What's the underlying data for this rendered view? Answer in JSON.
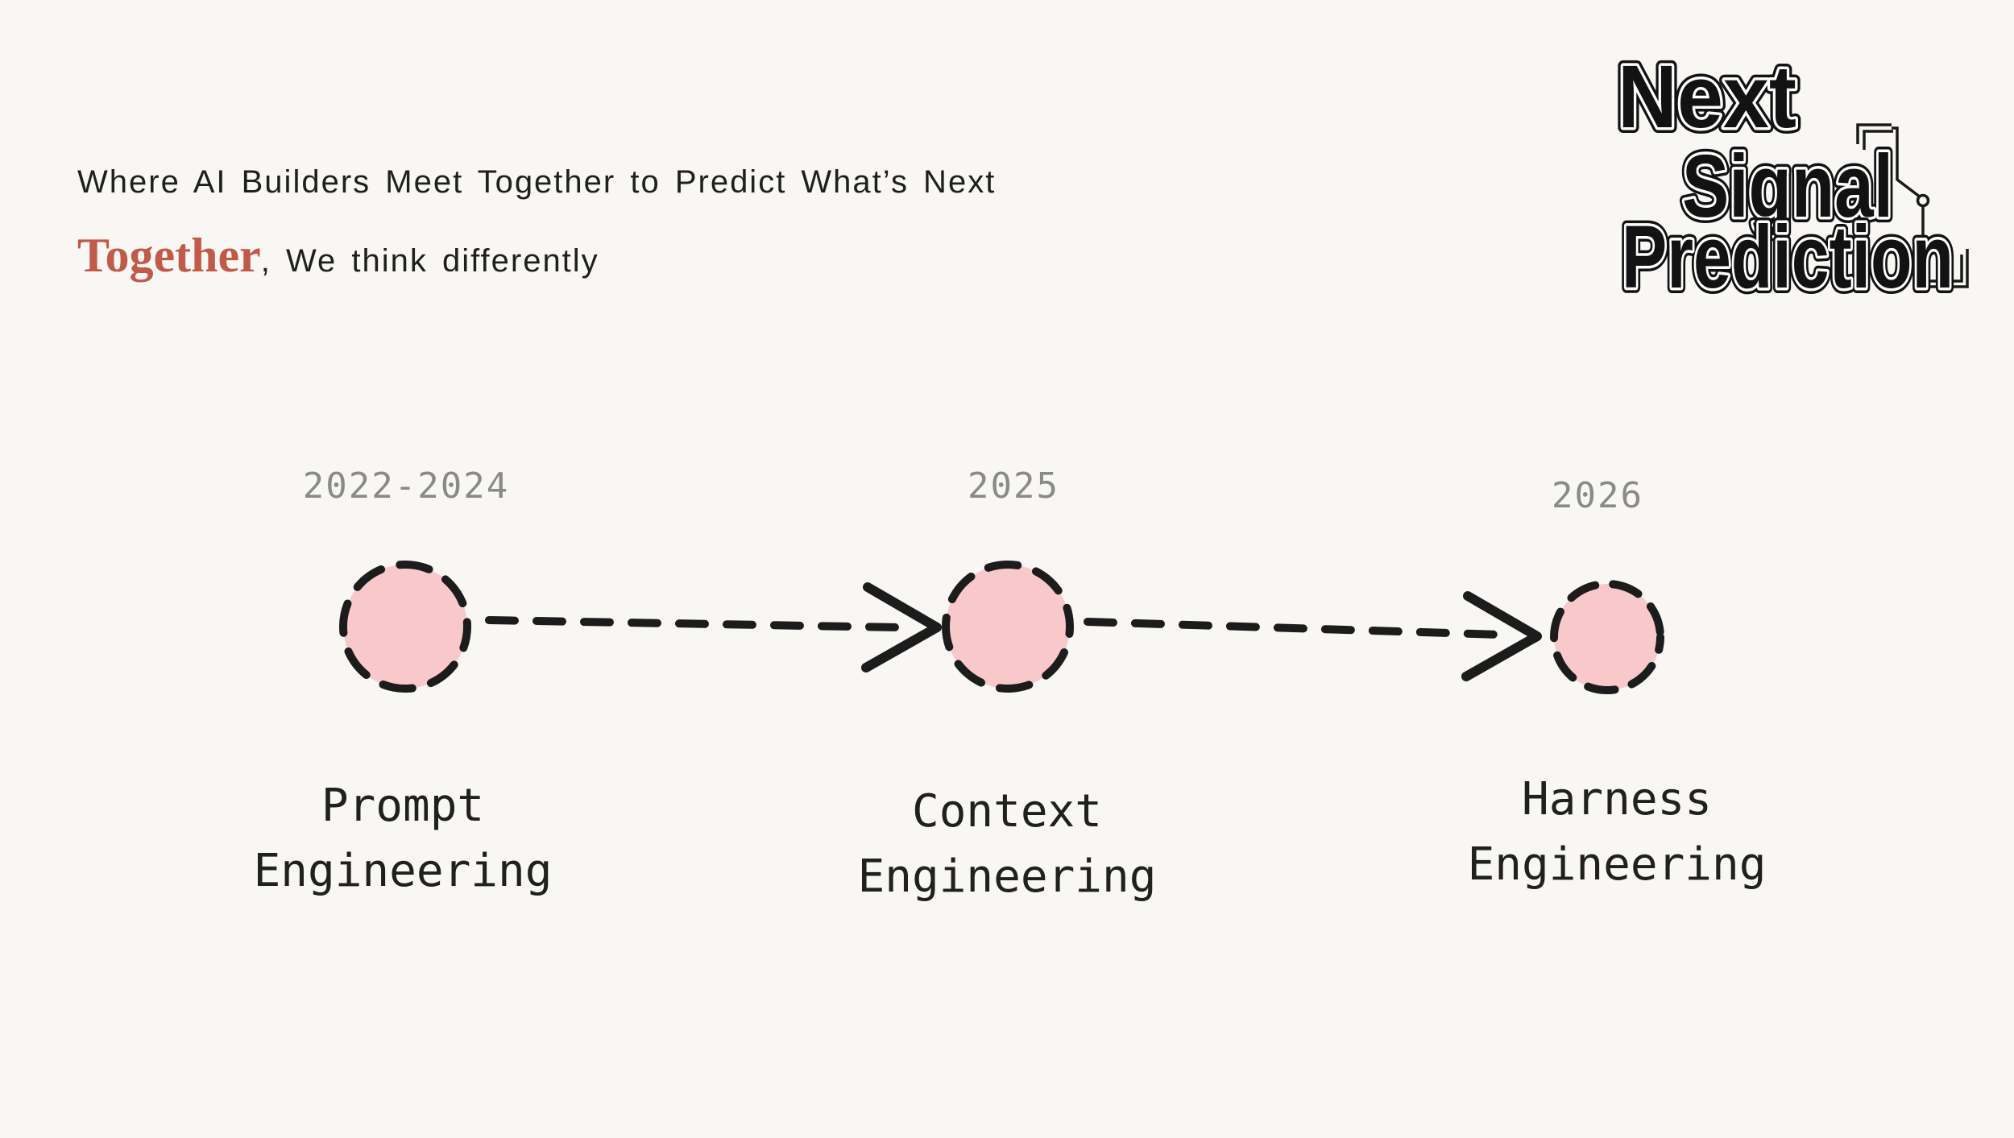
{
  "theme": {
    "bg": "#f8f7f4",
    "ink": "#1f1f1f",
    "accent": "#c15a49",
    "node_fill": "#f9c8ca",
    "stroke_color": "#1c1c1c",
    "date_color": "#8a8a8a"
  },
  "header": {
    "tagline": "Where AI Builders Meet Together to Predict What’s Next",
    "subtitle_highlight": "Together",
    "subtitle_rest": ", We think differently"
  },
  "logo": {
    "lines": [
      "Next",
      "Signal",
      "Prediction"
    ]
  },
  "timeline": {
    "nodes": [
      {
        "date": "2022-2024",
        "label_line1": "Prompt",
        "label_line2": "Engineering"
      },
      {
        "date": "2025",
        "label_line1": "Context",
        "label_line2": "Engineering"
      },
      {
        "date": "2026",
        "label_line1": "Harness",
        "label_line2": "Engineering"
      }
    ]
  }
}
